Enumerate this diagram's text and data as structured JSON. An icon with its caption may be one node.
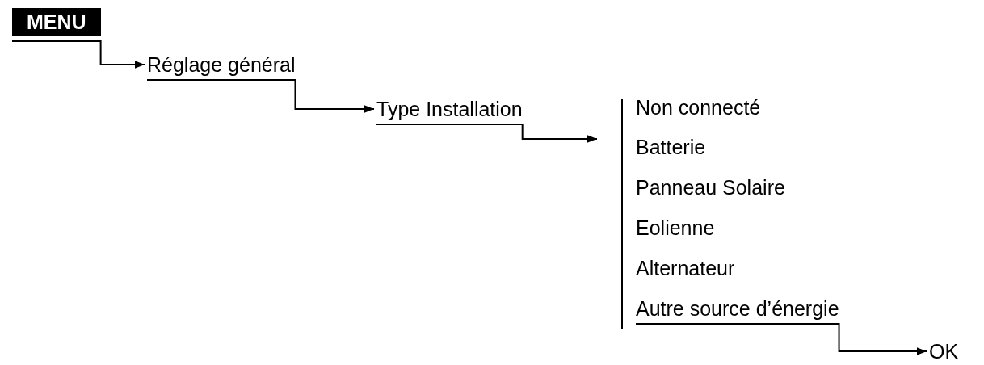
{
  "diagram": {
    "nodes": [
      {
        "text": [
          "MENU"
        ]
      },
      {
        "text": [
          "Réglage général"
        ]
      },
      {
        "text": [
          "Type Installation"
        ]
      },
      {
        "text": [],
        "shape": "bar"
      },
      {
        "text": [
          "Non connecté"
        ]
      },
      {
        "text": [
          "Batterie"
        ]
      },
      {
        "text": [
          "Panneau Solaire"
        ]
      },
      {
        "text": [
          "Eolienne"
        ]
      },
      {
        "text": [
          "Alternateur"
        ]
      },
      {
        "text": [
          "Autre source d’énergie"
        ]
      },
      {
        "text": [
          "OK"
        ]
      }
    ],
    "edges": [
      {
        "from": 0,
        "to": 1,
        "arrow": "to"
      },
      {
        "from": 1,
        "to": 2,
        "arrow": "to"
      },
      {
        "from": 2,
        "to": 3,
        "arrow": "to"
      },
      {
        "from": 9,
        "to": 10,
        "arrow": "to"
      }
    ]
  }
}
